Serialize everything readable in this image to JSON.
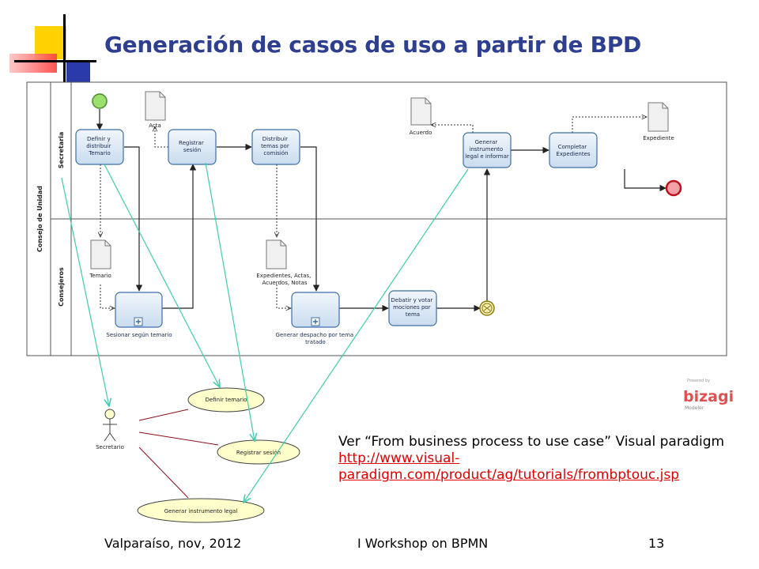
{
  "slide": {
    "title": "Generación de casos de uso a partir de BPD",
    "note_text": "Ver “From business process to use case” Visual paradigm",
    "note_link": "http://www.visual-paradigm.com/product/ag/tutorials/frombptouc.jsp",
    "footer_left": "Valparaíso, nov, 2012",
    "footer_center": "I Workshop on BPMN",
    "footer_right": "13",
    "brand": {
      "powered_by": "Powered by",
      "name": "bizagi",
      "sub": "Modeler"
    }
  },
  "colors": {
    "title": "#2e3f8f",
    "link": "#e00000",
    "task_fill": "#ddeaf6",
    "task_stroke": "#3d6fa8",
    "start_event": "#9be06e",
    "end_event": "#e0303c",
    "trace_line": "#3ccfaa",
    "usecase_fill": "#ffffcc",
    "deco_yellow": "#ffd200",
    "deco_red": "#ff4040",
    "deco_blue": "#2a3aa8"
  },
  "pool": {
    "name": "Consejo de Unidad",
    "lanes": [
      "Secretaria",
      "Consejeros"
    ]
  },
  "bpd": {
    "tasks": [
      {
        "id": "t1",
        "lines": [
          "Definir y",
          "distribuir",
          "Temario"
        ]
      },
      {
        "id": "t2",
        "lines": [
          "Registrar",
          "sesión"
        ]
      },
      {
        "id": "t3",
        "lines": [
          "Distribuir",
          "temas por",
          "comisión"
        ]
      },
      {
        "id": "t4",
        "lines": [
          "Generar",
          "instrumento",
          "legal e informar"
        ]
      },
      {
        "id": "t5",
        "lines": [
          "Completar",
          "Expedientes"
        ]
      },
      {
        "id": "t6",
        "lines": [
          "Debatir y votar",
          "mociones por",
          "tema"
        ]
      }
    ],
    "subprocesses": [
      {
        "id": "s1",
        "label_lines": [
          "Sesionar según temario"
        ]
      },
      {
        "id": "s2",
        "label_lines": [
          "Generar despacho por tema",
          "tratado"
        ]
      }
    ],
    "artifacts": [
      {
        "id": "a1",
        "label_lines": [
          "Acta"
        ]
      },
      {
        "id": "a2",
        "label_lines": [
          "Acuerdo"
        ]
      },
      {
        "id": "a3",
        "label_lines": [
          "Expediente"
        ]
      },
      {
        "id": "a4",
        "label_lines": [
          "Temario"
        ]
      },
      {
        "id": "a5",
        "label_lines": [
          "Expedientes, Actas,",
          "Acuerdos, Notas"
        ]
      }
    ]
  },
  "usecase": {
    "actor": "Secretario",
    "cases": [
      "Definir temario",
      "Registrar sesión",
      "Generar instrumento legal"
    ]
  }
}
